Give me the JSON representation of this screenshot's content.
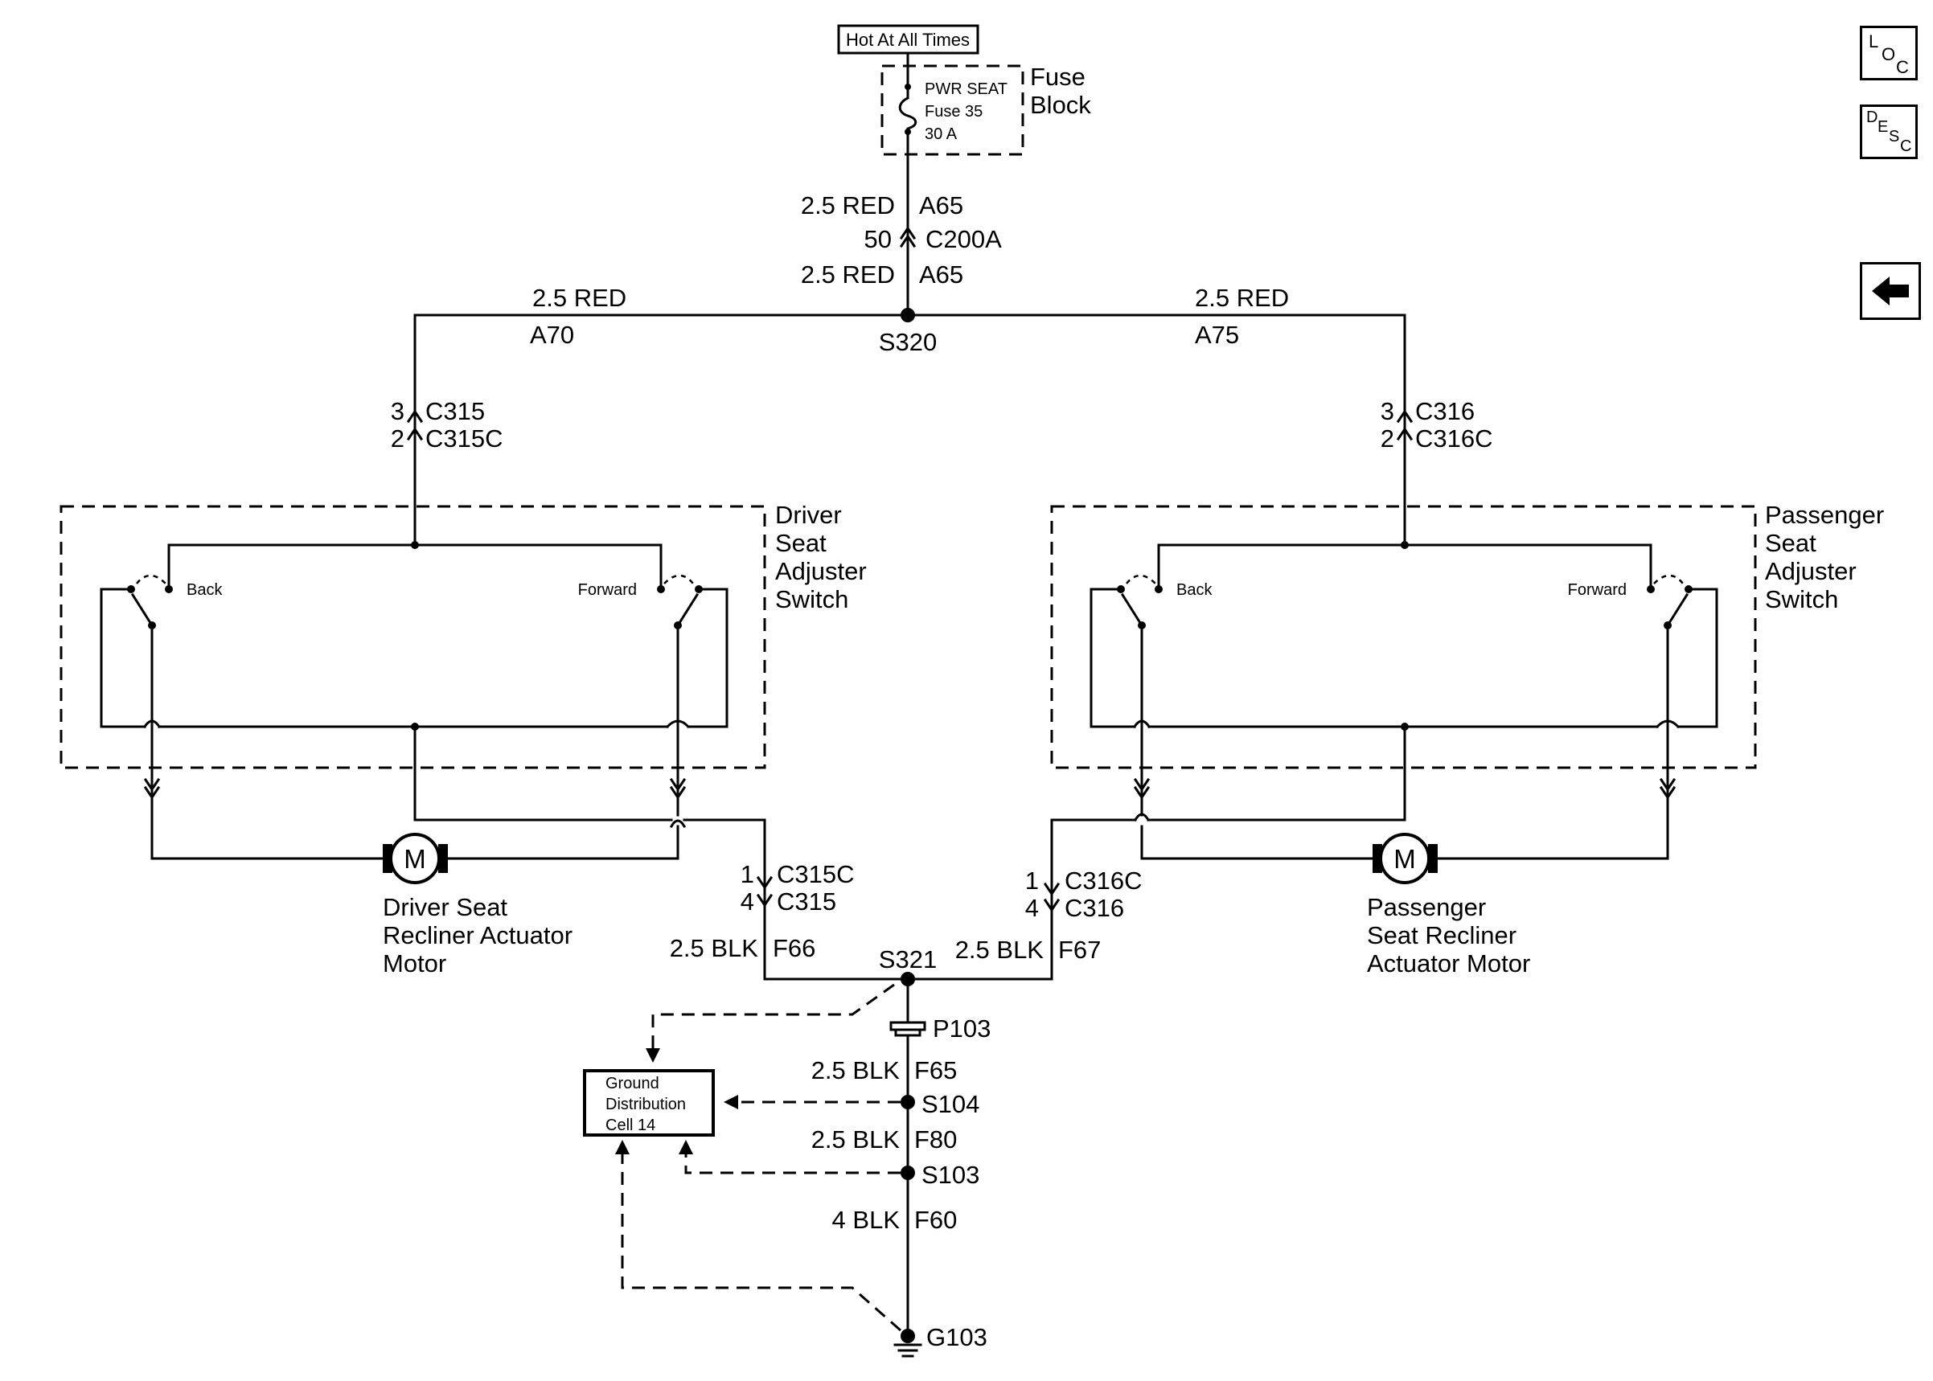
{
  "power": {
    "hot_label": "Hot At All Times"
  },
  "fuse": {
    "name": "PWR SEAT",
    "number": "Fuse 35",
    "rating": "30 A",
    "block_line1": "Fuse",
    "block_line2": "Block"
  },
  "top_wire": {
    "upper_gauge": "2.5 RED",
    "upper_circuit": "A65",
    "conn_pin": "50",
    "conn_name": "C200A",
    "lower_gauge": "2.5 RED",
    "lower_circuit": "A65",
    "splice": "S320"
  },
  "left_feed": {
    "gauge": "2.5 RED",
    "circuit": "A70",
    "pin_a": "3",
    "conn_a": "C315",
    "pin_b": "2",
    "conn_b": "C315C"
  },
  "right_feed": {
    "gauge": "2.5 RED",
    "circuit": "A75",
    "pin_a": "3",
    "conn_a": "C316",
    "pin_b": "2",
    "conn_b": "C316C"
  },
  "driver_switch": {
    "line1": "Driver",
    "line2": "Seat",
    "line3": "Adjuster",
    "line4": "Switch",
    "back": "Back",
    "forward": "Forward"
  },
  "passenger_switch": {
    "line1": "Passenger",
    "line2": "Seat",
    "line3": "Adjuster",
    "line4": "Switch",
    "back": "Back",
    "forward": "Forward"
  },
  "driver_motor": {
    "symbol": "M",
    "line1": "Driver Seat",
    "line2": "Recliner Actuator",
    "line3": "Motor"
  },
  "passenger_motor": {
    "symbol": "M",
    "line1": "Passenger",
    "line2": "Seat Recliner",
    "line3": "Actuator Motor"
  },
  "left_ground": {
    "pin_a": "1",
    "conn_a": "C315C",
    "pin_b": "4",
    "conn_b": "C315",
    "gauge": "2.5 BLK",
    "circuit": "F66"
  },
  "right_ground": {
    "pin_a": "1",
    "conn_a": "C316C",
    "pin_b": "4",
    "conn_b": "C316",
    "gauge": "2.5 BLK",
    "circuit": "F67"
  },
  "ground_path": {
    "splice_top": "S321",
    "pass_through": "P103",
    "seg1_gauge": "2.5 BLK",
    "seg1_circuit": "F65",
    "splice_mid": "S104",
    "seg2_gauge": "2.5 BLK",
    "seg2_circuit": "F80",
    "splice_low": "S103",
    "seg3_gauge": "4 BLK",
    "seg3_circuit": "F60",
    "ground": "G103"
  },
  "ground_cell": {
    "line1": "Ground",
    "line2": "Distribution",
    "line3": "Cell 14"
  },
  "nav": {
    "loc": {
      "l": "L",
      "o": "O",
      "c": "C"
    },
    "desc": {
      "d": "D",
      "e": "E",
      "s": "S",
      "c": "C"
    },
    "back_arrow": "left-arrow-icon"
  }
}
